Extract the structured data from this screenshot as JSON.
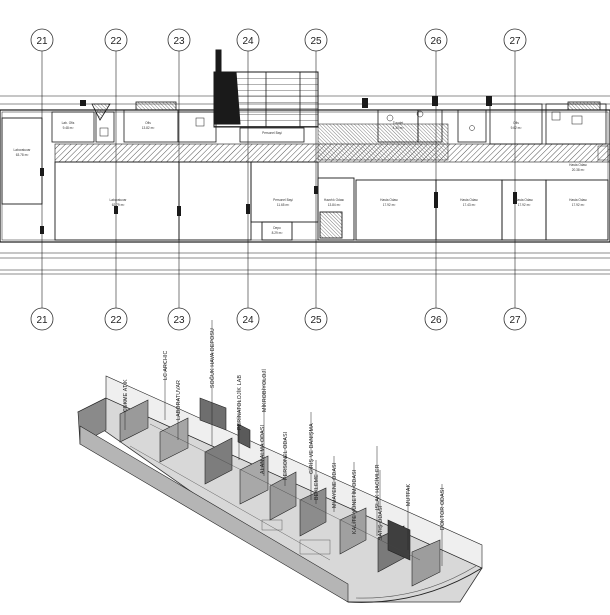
{
  "grid": {
    "columns": [
      "21",
      "22",
      "23",
      "24",
      "25",
      "26",
      "27"
    ]
  },
  "plan": {
    "rooms": [
      {
        "id": "r1",
        "name": "Laboratuvar",
        "area": "63.78 m²"
      },
      {
        "id": "r2",
        "name": "Laboratuvar",
        "area": "62.79 m²"
      },
      {
        "id": "r3",
        "name": "Personel Bayi",
        "area": "11.65 m²"
      },
      {
        "id": "r4",
        "name": "Personel Bayi",
        "area": ""
      },
      {
        "id": "r5",
        "name": "Hazırlık Odası",
        "area": "13.84 m²"
      },
      {
        "id": "r6",
        "name": "Hasta Odası",
        "area": "17.92 m²"
      },
      {
        "id": "r7",
        "name": "Hasta Odası",
        "area": "17.43 m²"
      },
      {
        "id": "r8",
        "name": "Hasta Odası",
        "area": "17.92 m²"
      },
      {
        "id": "r9",
        "name": "Hasta Odası",
        "area": "17.92 m²"
      },
      {
        "id": "r10",
        "name": "Hasta Odası",
        "area": "20.38 m²"
      },
      {
        "id": "r11",
        "name": "Depo",
        "area": "8.29 m²"
      },
      {
        "id": "r12",
        "name": "Lab. Ofis",
        "area": "9.48 m²"
      },
      {
        "id": "r13",
        "name": "Ofis",
        "area": "13.82 m²"
      },
      {
        "id": "r14",
        "name": "Ofis",
        "area": "9.62 m²"
      },
      {
        "id": "r15",
        "name": "Tuvalet",
        "area": "4.30 m²"
      }
    ]
  },
  "model": {
    "labels": [
      {
        "id": "lbl1",
        "text": "ÇEKME ATIK"
      },
      {
        "id": "lbl2",
        "text": "LC ARCHIC"
      },
      {
        "id": "lbl3",
        "text": "LABORATUVAR"
      },
      {
        "id": "lbl4",
        "text": "SOĞUK HAVA DEPOSU"
      },
      {
        "id": "lbl5",
        "text": "PERİNATOLOJİK LAB"
      },
      {
        "id": "lbl6",
        "text": "MİKROBİYOLOJİ"
      },
      {
        "id": "lbl7",
        "text": "ALAN ALMA ODASI"
      },
      {
        "id": "lbl8",
        "text": "PERSONEL ODASI"
      },
      {
        "id": "lbl9",
        "text": "GİRİŞ VE DANIŞMA"
      },
      {
        "id": "lbl10",
        "text": "BEKLEME"
      },
      {
        "id": "lbl11",
        "text": "MUAYENE ODASI"
      },
      {
        "id": "lbl12",
        "text": "KALİTE YÖNETİM ODASI"
      },
      {
        "id": "lbl13",
        "text": "ISLAK HACİMLER"
      },
      {
        "id": "lbl14",
        "text": "SATIŞ ODASI"
      },
      {
        "id": "lbl15",
        "text": "MUTFAK"
      },
      {
        "id": "lbl16",
        "text": "DOKTOR ODASI"
      }
    ]
  },
  "colors": {
    "line": "#1a1a1a",
    "hatch": "#555555",
    "grid": "#444444",
    "wall_gray": "#9a9a9a",
    "floor": "#d8d8d8"
  }
}
